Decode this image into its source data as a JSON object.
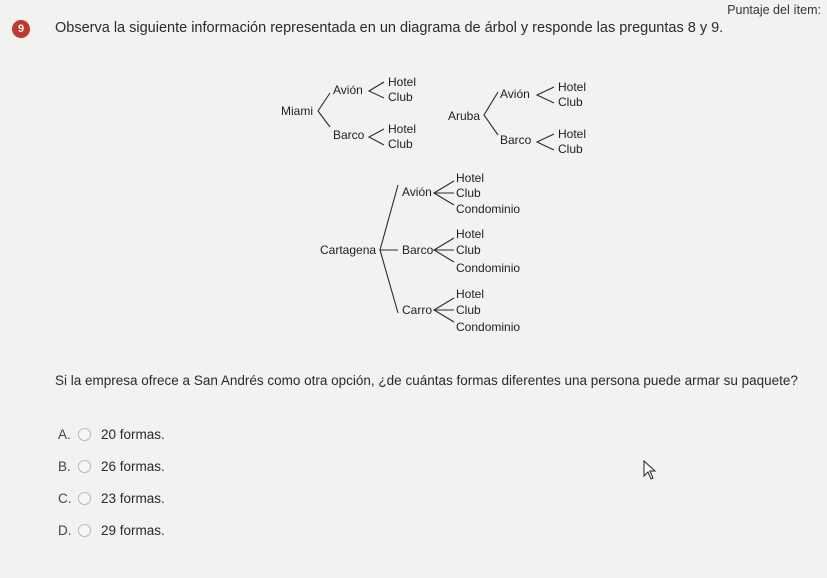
{
  "header": {
    "score_label": "Puntaje del ítem:"
  },
  "question": {
    "number": "9",
    "prompt": "Observa la siguiente información representada en un diagrama de árbol y responde las preguntas 8 y 9.",
    "text": "Si la empresa ofrece a San Andrés como otra opción, ¿de cuántas formas diferentes una persona puede armar su paquete?"
  },
  "trees": {
    "miami": {
      "root": "Miami",
      "branches": [
        {
          "label": "Avión",
          "leaves": [
            "Hotel",
            "Club"
          ]
        },
        {
          "label": "Barco",
          "leaves": [
            "Hotel",
            "Club"
          ]
        }
      ]
    },
    "aruba": {
      "root": "Aruba",
      "branches": [
        {
          "label": "Avión",
          "leaves": [
            "Hotel",
            "Club"
          ]
        },
        {
          "label": "Barco",
          "leaves": [
            "Hotel",
            "Club"
          ]
        }
      ]
    },
    "cartagena": {
      "root": "Cartagena",
      "branches": [
        {
          "label": "Avión",
          "leaves": [
            "Hotel",
            "Club",
            "Condominio"
          ]
        },
        {
          "label": "Barco",
          "leaves": [
            "Hotel",
            "Club",
            "Condominio"
          ]
        },
        {
          "label": "Carro",
          "leaves": [
            "Hotel",
            "Club",
            "Condominio"
          ]
        }
      ]
    }
  },
  "options": [
    {
      "letter": "A.",
      "text": "20 formas."
    },
    {
      "letter": "B.",
      "text": "26 formas."
    },
    {
      "letter": "C.",
      "text": "23 formas."
    },
    {
      "letter": "D.",
      "text": "29 formas."
    }
  ]
}
